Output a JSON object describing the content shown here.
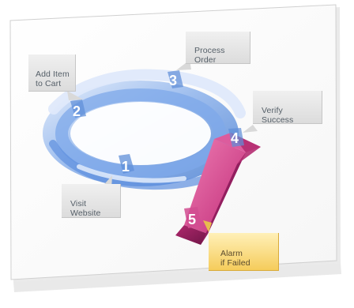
{
  "steps": [
    {
      "number": "1",
      "label": "Visit\nWebsite"
    },
    {
      "number": "2",
      "label": "Add Item\nto Cart"
    },
    {
      "number": "3",
      "label": "Process\nOrder"
    },
    {
      "number": "4",
      "label": "Verify\nSuccess"
    },
    {
      "number": "5",
      "label": "Alarm\nif Failed"
    }
  ],
  "colors": {
    "ring": "#8fb3ea",
    "ring_dark": "#3f77d0",
    "branch": "#d43f8a",
    "branch_dark": "#8d1f5c",
    "callout_gray": "#e6e6e6",
    "callout_yellow": "#f8d77a"
  }
}
